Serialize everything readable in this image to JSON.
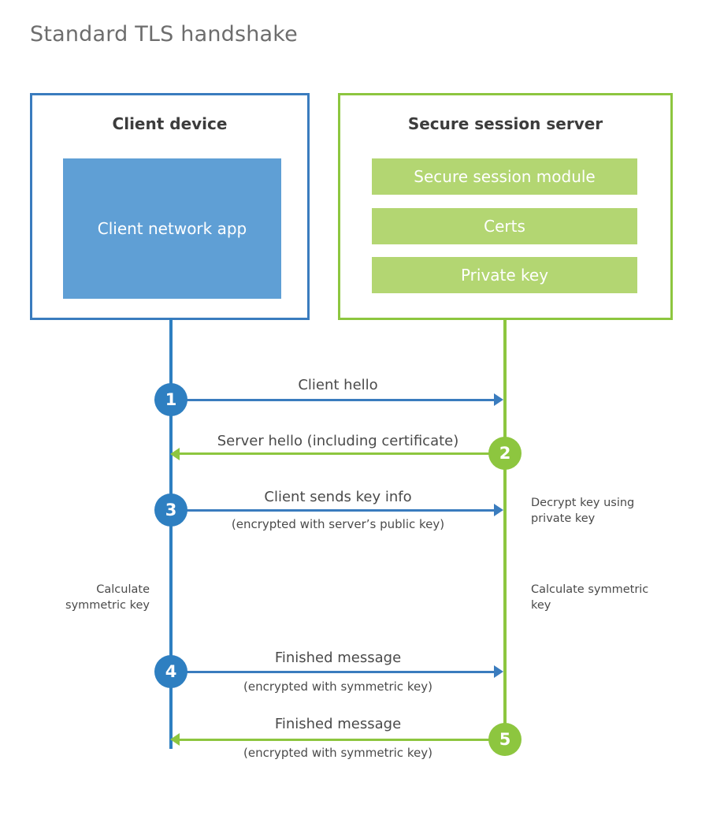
{
  "title": "Standard TLS handshake",
  "colors": {
    "client_border": "#3a7cbe",
    "client_fill": "#5f9fd5",
    "client_accent": "#2e7fc1",
    "server_border": "#8dc63f",
    "server_fill": "#b3d672",
    "server_accent": "#8dc63f",
    "text": "#4a4a4a",
    "title_text": "#6d6d6d",
    "background": "#ffffff"
  },
  "client_panel": {
    "title": "Client device",
    "block": "Client network app"
  },
  "server_panel": {
    "title": "Secure session server",
    "blocks": [
      "Secure session module",
      "Certs",
      "Private key"
    ]
  },
  "steps": [
    {
      "number": "1",
      "label": "Client hello",
      "sublabel": "",
      "direction": "client-to-server",
      "color": "#2e7fc1"
    },
    {
      "number": "2",
      "label": "Server hello (including certificate)",
      "sublabel": "",
      "direction": "server-to-client",
      "color": "#8dc63f"
    },
    {
      "number": "3",
      "label": "Client sends key info",
      "sublabel": "(encrypted with server’s public key)",
      "direction": "client-to-server",
      "color": "#2e7fc1"
    },
    {
      "number": "4",
      "label": "Finished message",
      "sublabel": "(encrypted with symmetric key)",
      "direction": "client-to-server",
      "color": "#2e7fc1"
    },
    {
      "number": "5",
      "label": "Finished message",
      "sublabel": "(encrypted with symmetric key)",
      "direction": "server-to-client",
      "color": "#8dc63f"
    }
  ],
  "notes": {
    "decrypt_key": "Decrypt key using private key",
    "client_calculate": "Calculate symmetric key",
    "server_calculate": "Calculate symmetric key"
  }
}
